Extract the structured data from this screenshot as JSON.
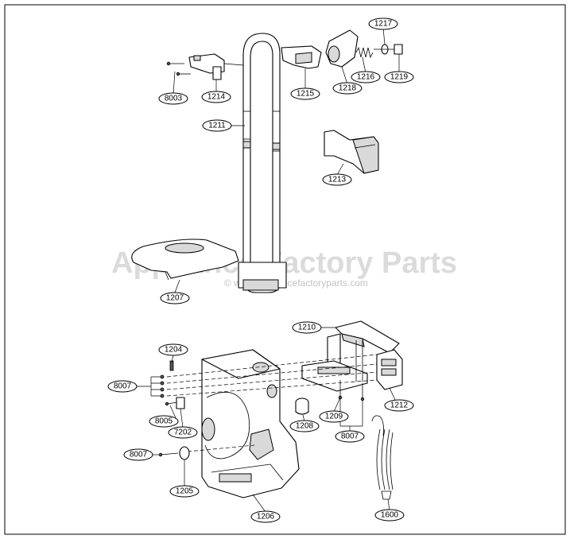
{
  "watermark": {
    "brand": "Appliance Factory Parts",
    "url": "© www.appliancefactoryparts.com"
  },
  "callouts": {
    "c8003": "8003",
    "c1214": "1214",
    "c1215": "1215",
    "c1218": "1218",
    "c1216": "1216",
    "c1217": "1217",
    "c1219": "1219",
    "c1211": "1211",
    "c1213": "1213",
    "c1207": "1207",
    "c1210": "1210",
    "c1204": "1204",
    "c8007a": "8007",
    "c8005": "8005",
    "c7202": "7202",
    "c1208": "1208",
    "c1209": "1209",
    "c8007b": "8007",
    "c1212": "1212",
    "c8007c": "8007",
    "c1205": "1205",
    "c1206": "1206",
    "c1600": "1600"
  }
}
